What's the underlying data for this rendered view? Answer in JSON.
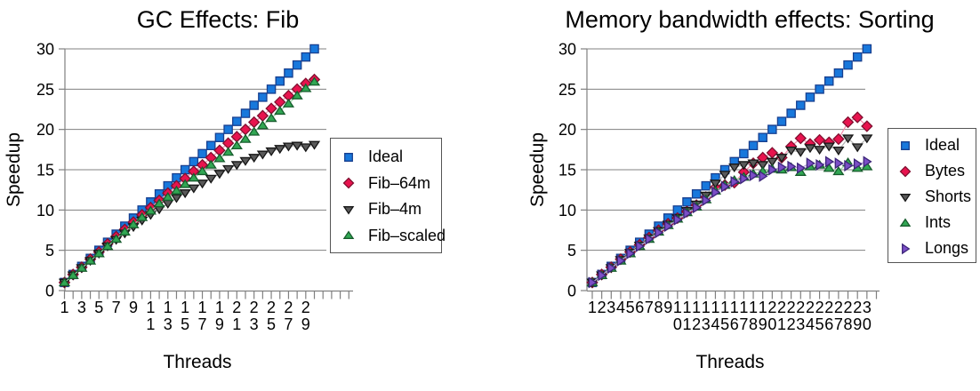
{
  "page": {
    "background": "#ffffff"
  },
  "chart_data": "see charts",
  "charts": [
    {
      "type": "scatter",
      "title": "GC Effects: Fib",
      "ylabel": "Speedup",
      "xlabel": "Threads",
      "ylim": [
        0,
        30
      ],
      "yticks": [
        0,
        5,
        10,
        15,
        20,
        25,
        30
      ],
      "x": [
        1,
        2,
        3,
        4,
        5,
        6,
        7,
        8,
        9,
        10,
        11,
        12,
        13,
        14,
        15,
        16,
        17,
        18,
        19,
        20,
        21,
        22,
        23,
        24,
        25,
        26,
        27,
        28,
        29,
        30
      ],
      "xtick_labels": [
        "1",
        "3",
        "5",
        "7",
        "9",
        "11",
        "13",
        "15",
        "17",
        "19",
        "21",
        "23",
        "25",
        "27",
        "29"
      ],
      "grid": true,
      "legend_position": "right",
      "series": [
        {
          "name": "Ideal",
          "marker": "square",
          "color": "#1878dc",
          "edge": "#173f8f",
          "line": null,
          "values": [
            1,
            2,
            3,
            4,
            5,
            6,
            7,
            8,
            9,
            10,
            11,
            12,
            13,
            14,
            15,
            16,
            17,
            18,
            19,
            20,
            21,
            22,
            23,
            24,
            25,
            26,
            27,
            28,
            29,
            30
          ]
        },
        {
          "name": "Fib–64m",
          "marker": "diamond",
          "color": "#e8134e",
          "edge": "#801030",
          "line": "#f48bab",
          "values": [
            1.0,
            2.0,
            2.9,
            3.9,
            4.8,
            5.8,
            6.7,
            7.6,
            8.5,
            9.4,
            10.3,
            11.2,
            12.1,
            13.0,
            13.9,
            14.8,
            15.6,
            16.5,
            17.4,
            18.3,
            19.1,
            20.0,
            20.9,
            21.7,
            22.6,
            23.4,
            24.2,
            25.0,
            25.7,
            26.2
          ]
        },
        {
          "name": "Fib–4m",
          "marker": "triangle-down",
          "color": "#595959",
          "edge": "#151515",
          "line": "#b3b3b3",
          "values": [
            1.0,
            1.9,
            2.8,
            3.7,
            4.6,
            5.5,
            6.3,
            7.1,
            7.9,
            8.7,
            9.4,
            10.1,
            10.8,
            11.5,
            12.1,
            12.7,
            13.3,
            13.9,
            14.5,
            15.1,
            15.6,
            16.1,
            16.5,
            16.9,
            17.3,
            17.6,
            17.9,
            18.0,
            17.8,
            18.1
          ]
        },
        {
          "name": "Fib–scaled",
          "marker": "triangle-up",
          "color": "#31a753",
          "edge": "#175c2d",
          "line": "#99d4a5",
          "values": [
            1.0,
            1.9,
            2.8,
            3.7,
            4.6,
            5.5,
            6.4,
            7.3,
            8.2,
            9.1,
            9.9,
            10.8,
            11.6,
            12.4,
            13.2,
            14.0,
            14.8,
            15.6,
            16.4,
            17.2,
            18.0,
            18.8,
            19.7,
            20.5,
            21.4,
            22.3,
            23.2,
            24.2,
            25.1,
            25.9
          ]
        }
      ]
    },
    {
      "type": "scatter",
      "title": "Memory bandwidth effects: Sorting",
      "ylabel": "Speedup",
      "xlabel": "Threads",
      "ylim": [
        0,
        30
      ],
      "yticks": [
        0,
        5,
        10,
        15,
        20,
        25,
        30
      ],
      "x": [
        1,
        2,
        3,
        4,
        5,
        6,
        7,
        8,
        9,
        10,
        11,
        12,
        13,
        14,
        15,
        16,
        17,
        18,
        19,
        20,
        21,
        22,
        23,
        24,
        25,
        26,
        27,
        28,
        29,
        30
      ],
      "xtick_labels": [
        "1",
        "2",
        "3",
        "4",
        "5",
        "6",
        "7",
        "8",
        "9",
        "10",
        "11",
        "12",
        "13",
        "14",
        "15",
        "16",
        "17",
        "18",
        "19",
        "20",
        "21",
        "22",
        "23",
        "24",
        "25",
        "26",
        "27",
        "28",
        "29",
        "30"
      ],
      "grid": true,
      "legend_position": "right",
      "series": [
        {
          "name": "Ideal",
          "marker": "square",
          "color": "#1878dc",
          "edge": "#173f8f",
          "line": null,
          "values": [
            1,
            2,
            3,
            4,
            5,
            6,
            7,
            8,
            9,
            10,
            11,
            12,
            13,
            14,
            15,
            16,
            17,
            18,
            19,
            20,
            21,
            22,
            23,
            24,
            25,
            26,
            27,
            28,
            29,
            30
          ]
        },
        {
          "name": "Bytes",
          "marker": "diamond",
          "color": "#e8134e",
          "edge": "#801030",
          "line": "#f48bab",
          "values": [
            1.0,
            2.0,
            2.9,
            3.9,
            4.8,
            5.7,
            6.6,
            7.5,
            8.3,
            9.0,
            9.8,
            10.6,
            11.6,
            12.8,
            13.1,
            13.4,
            14.7,
            15.8,
            16.5,
            17.1,
            16.5,
            17.9,
            18.9,
            18.2,
            18.7,
            18.4,
            18.8,
            20.9,
            21.5,
            20.4
          ]
        },
        {
          "name": "Shorts",
          "marker": "triangle-down",
          "color": "#595959",
          "edge": "#151515",
          "line": "#b3b3b3",
          "values": [
            1.0,
            1.9,
            2.8,
            3.8,
            4.7,
            5.6,
            6.5,
            7.4,
            8.2,
            9.0,
            9.9,
            10.7,
            11.8,
            13.3,
            14.4,
            15.3,
            15.6,
            15.8,
            15.6,
            16.0,
            16.5,
            17.4,
            17.2,
            17.7,
            17.5,
            17.9,
            17.4,
            18.9,
            17.8,
            18.9
          ]
        },
        {
          "name": "Ints",
          "marker": "triangle-up",
          "color": "#31a753",
          "edge": "#175c2d",
          "line": "#99d4a5",
          "values": [
            1.0,
            1.9,
            2.8,
            3.7,
            4.6,
            5.5,
            6.4,
            7.3,
            8.1,
            8.9,
            9.7,
            10.4,
            11.3,
            12.4,
            13.1,
            13.7,
            14.1,
            14.5,
            14.8,
            15.1,
            15.0,
            15.3,
            14.7,
            15.4,
            15.6,
            15.2,
            14.8,
            15.9,
            15.2,
            15.4
          ]
        },
        {
          "name": "Longs",
          "marker": "triangle-right",
          "color": "#7b4ec6",
          "edge": "#3c2579",
          "line": "#b79ae0",
          "values": [
            1.0,
            1.9,
            2.8,
            3.7,
            4.6,
            5.5,
            6.4,
            7.2,
            8.0,
            8.8,
            9.6,
            10.3,
            11.2,
            12.2,
            12.9,
            13.5,
            13.9,
            14.3,
            14.2,
            15.0,
            15.3,
            15.4,
            15.2,
            15.8,
            15.6,
            16.0,
            15.8,
            15.5,
            15.7,
            16.0
          ]
        }
      ]
    }
  ]
}
